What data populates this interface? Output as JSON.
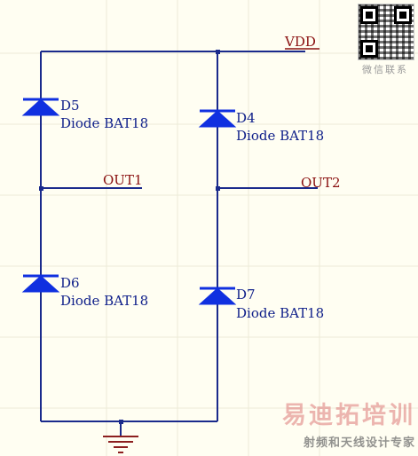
{
  "schematic": {
    "nets": {
      "vdd": "VDD",
      "out1": "OUT1",
      "out2": "OUT2"
    },
    "diodes": [
      {
        "ref": "D5",
        "value": "Diode BAT18"
      },
      {
        "ref": "D4",
        "value": "Diode BAT18"
      },
      {
        "ref": "D6",
        "value": "Diode BAT18"
      },
      {
        "ref": "D7",
        "value": "Diode BAT18"
      }
    ],
    "colors": {
      "wire": "#1A2A8C",
      "diode": "#1030E0",
      "net_label": "#8A1010",
      "ground": "#8C1F1F",
      "background": "#FFFEF2"
    }
  },
  "badge": {
    "caption": "微信联系"
  },
  "watermark": {
    "title": "易迪拓培训",
    "subtitle": "射频和天线设计专家"
  }
}
